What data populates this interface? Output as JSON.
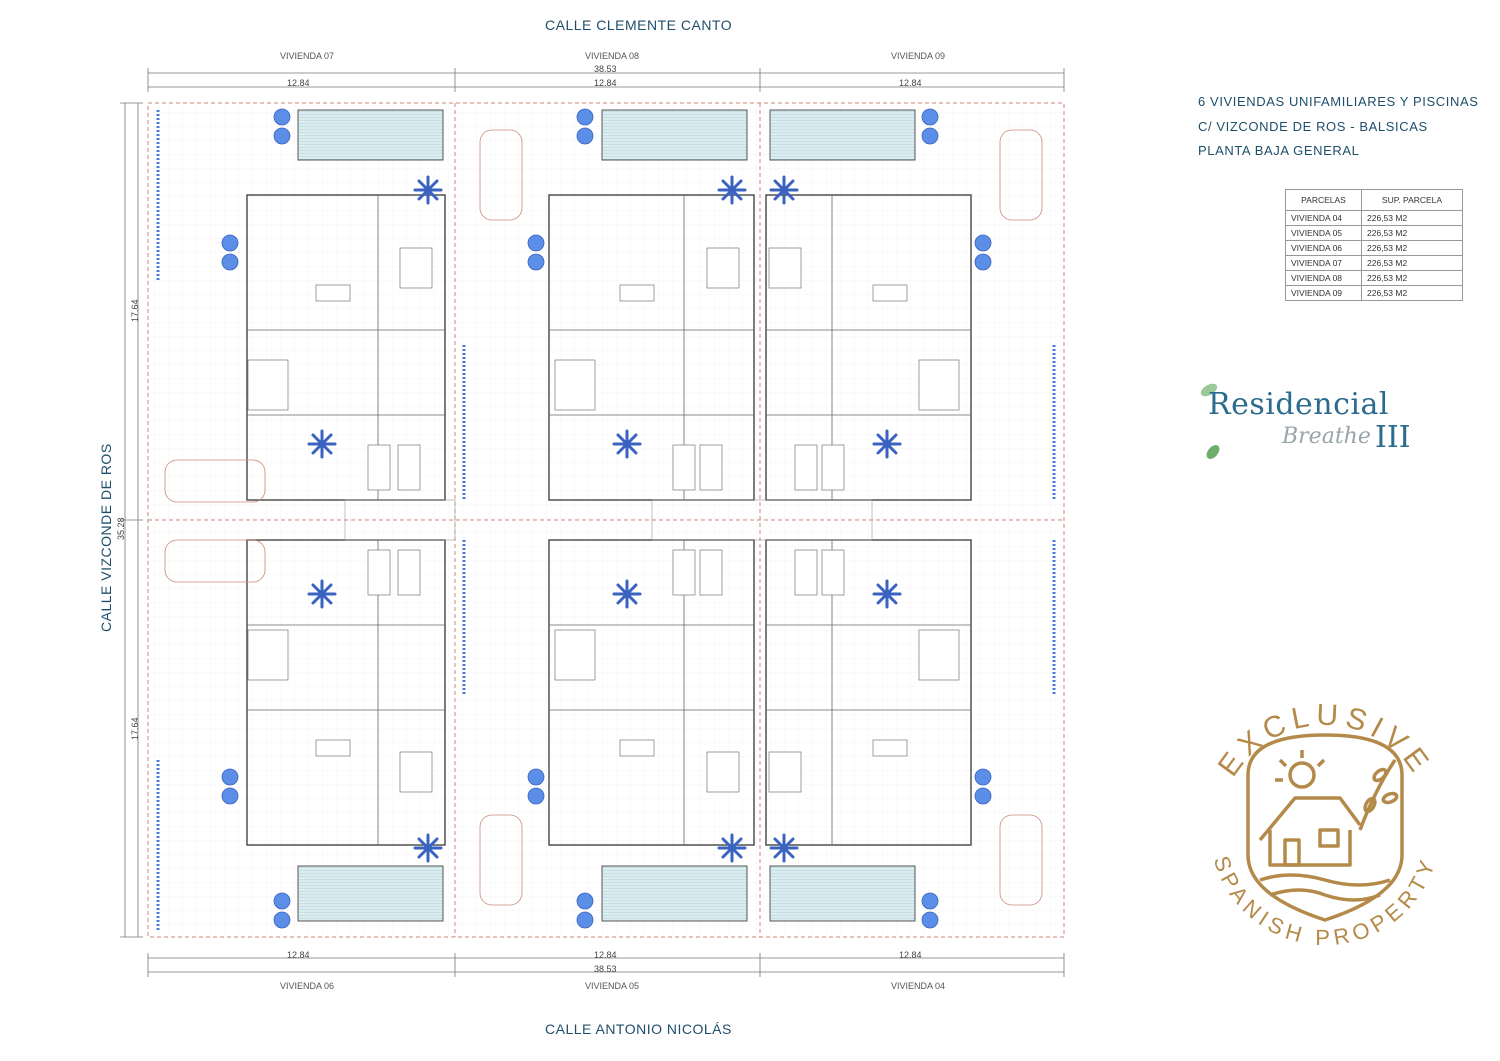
{
  "streets": {
    "top": "CALLE CLEMENTE CANTO",
    "bottom": "CALLE ANTONIO NICOLÁS",
    "left": "CALLE VIZCONDE DE ROS"
  },
  "viviendas_top": [
    "VIVIENDA 07",
    "VIVIENDA 08",
    "VIVIENDA 09"
  ],
  "viviendas_bottom": [
    "VIVIENDA 06",
    "VIVIENDA 05",
    "VIVIENDA 04"
  ],
  "dimensions": {
    "total_width": "38.53",
    "lot_width": "12.84",
    "total_depth": "35.28",
    "half_depth": "17.64"
  },
  "title": {
    "line1": "6 VIVIENDAS UNIFAMILIARES Y PISCINAS",
    "line2": "C/ VIZCONDE DE ROS - BALSICAS",
    "line3": "PLANTA BAJA GENERAL"
  },
  "parcelas_table": {
    "headers": [
      "PARCELAS",
      "SUP. PARCELA"
    ],
    "rows": [
      [
        "VIVIENDA 04",
        "226,53 M2"
      ],
      [
        "VIVIENDA 05",
        "226,53 M2"
      ],
      [
        "VIVIENDA 06",
        "226,53 M2"
      ],
      [
        "VIVIENDA 07",
        "226,53 M2"
      ],
      [
        "VIVIENDA 08",
        "226,53 M2"
      ],
      [
        "VIVIENDA 09",
        "226,53 M2"
      ]
    ]
  },
  "logo": {
    "main": "Residencial",
    "sub": "Breathe",
    "numeral": "III"
  },
  "badge": {
    "top_text": "EXCLUSIVE",
    "bottom_text": "SPANISH PROPERTY"
  },
  "colors": {
    "navy": "#1f4e6b",
    "pool": "#cfe3e8",
    "tree": "#4a78d8",
    "wall": "#555555",
    "gold": "#b48a4a",
    "lotline": "#c98a7a"
  }
}
